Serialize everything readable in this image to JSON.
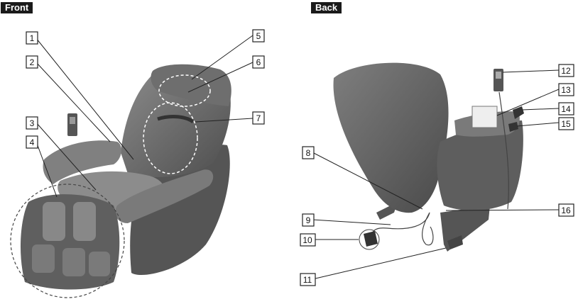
{
  "headers": {
    "front": "Front",
    "back": "Back"
  },
  "callouts": {
    "c1": "1",
    "c2": "2",
    "c3": "3",
    "c4": "4",
    "c5": "5",
    "c6": "6",
    "c7": "7",
    "c8": "8",
    "c9": "9",
    "c10": "10",
    "c11": "11",
    "c12": "12",
    "c13": "13",
    "c14": "14",
    "c15": "15",
    "c16": "16"
  },
  "colors": {
    "chair_dark": "#5a5a5a",
    "chair_mid": "#7a7a7a",
    "chair_light": "#9a9a9a",
    "line": "#222222"
  }
}
